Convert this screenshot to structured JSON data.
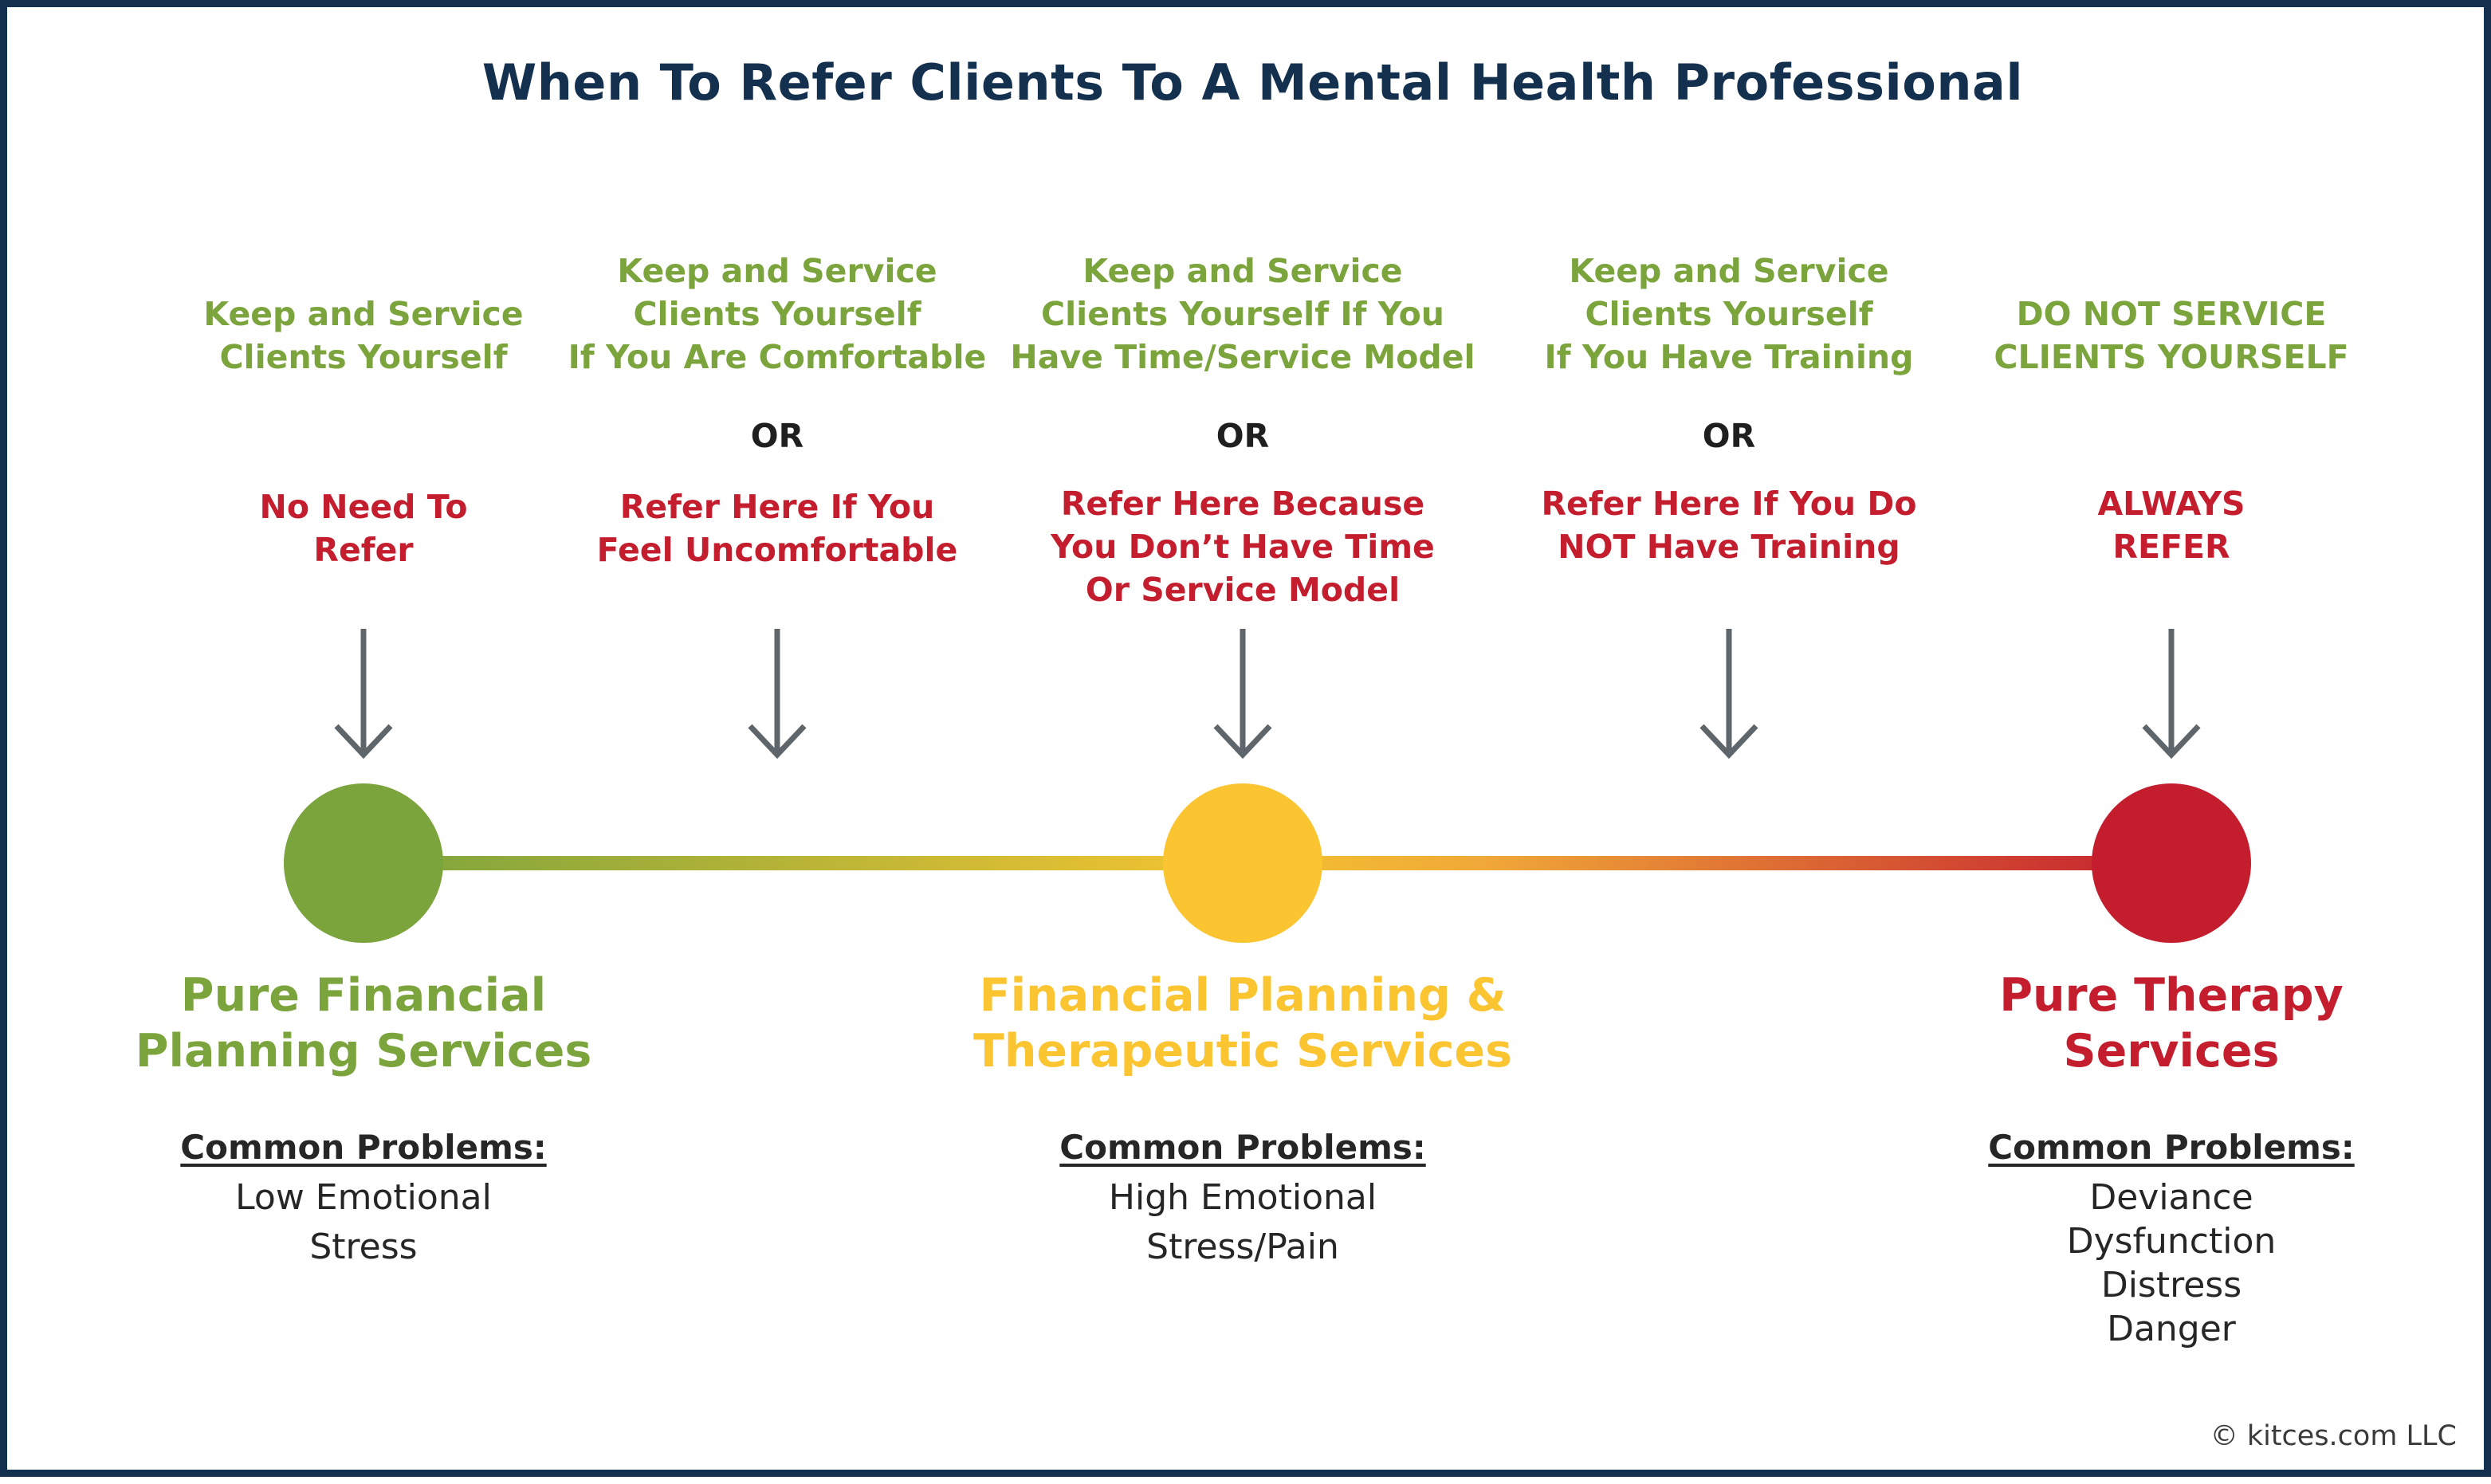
{
  "title": "When To Refer Clients To A Mental Health Professional",
  "colors": {
    "border": "#14304f",
    "title": "#14304f",
    "green": "#7ba43d",
    "yellow": "#fbc531",
    "red": "#c41e2e"
  },
  "columns": [
    {
      "keep": [
        "Keep and Service",
        "Clients Yourself"
      ],
      "or": "",
      "refer": [
        "No Need To",
        "Refer"
      ]
    },
    {
      "keep": [
        "Keep and Service",
        "Clients Yourself",
        "If You Are Comfortable"
      ],
      "or": "OR",
      "refer": [
        "Refer Here If You",
        "Feel Uncomfortable"
      ]
    },
    {
      "keep": [
        "Keep and Service",
        "Clients Yourself If You",
        "Have Time/Service Model"
      ],
      "or": "OR",
      "refer": [
        "Refer Here Because",
        "You Don’t Have Time",
        "Or Service Model"
      ]
    },
    {
      "keep": [
        "Keep and Service",
        "Clients Yourself",
        "If You Have Training"
      ],
      "or": "OR",
      "refer": [
        "Refer Here If You Do",
        "NOT Have Training"
      ]
    },
    {
      "keep": [
        "DO NOT SERVICE",
        "CLIENTS YOURSELF"
      ],
      "or": "",
      "refer": [
        "ALWAYS",
        "REFER"
      ]
    }
  ],
  "categories": [
    {
      "name": [
        "Pure Financial",
        "Planning Services"
      ],
      "problems_label": "Common Problems:",
      "problems": [
        "Low Emotional",
        "Stress"
      ]
    },
    {
      "name": [
        "Financial Planning &",
        "Therapeutic Services"
      ],
      "problems_label": "Common Problems:",
      "problems": [
        "High Emotional",
        "Stress/Pain"
      ]
    },
    {
      "name": [
        "Pure Therapy",
        "Services"
      ],
      "problems_label": "Common Problems:",
      "problems": [
        "Deviance",
        "Dysfunction",
        "Distress",
        "Danger"
      ]
    }
  ],
  "copyright": "© kitces.com LLC"
}
